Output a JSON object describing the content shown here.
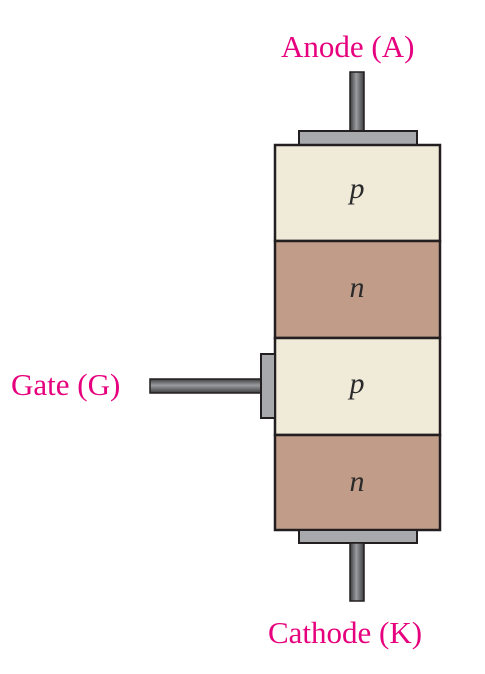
{
  "labels": {
    "anode": "Anode (A)",
    "gate": "Gate (G)",
    "cathode": "Cathode (K)"
  },
  "layers": [
    "p",
    "n",
    "p",
    "n"
  ],
  "colors": {
    "label": "#e6007e",
    "p_layer": "#f0ead8",
    "n_layer": "#c19d89",
    "outline": "#231f20",
    "metal_light": "#a7a9ac",
    "metal_dark": "#4d4d4f"
  }
}
